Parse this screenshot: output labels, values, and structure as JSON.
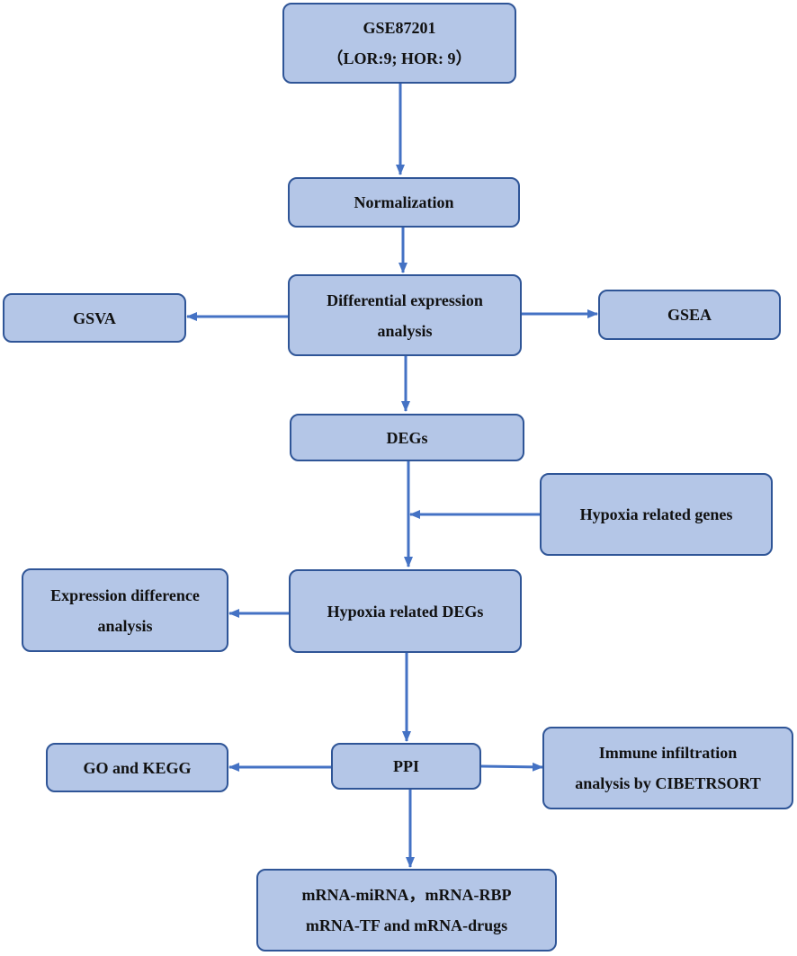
{
  "colors": {
    "box_fill": "#b4c6e7",
    "box_border": "#2f5597",
    "arrow": "#4472c4"
  },
  "nodes": {
    "gse": {
      "line1": "GSE87201",
      "line2": "（LOR:9; HOR: 9）"
    },
    "normalization": {
      "label": "Normalization"
    },
    "diff_expr": {
      "line1": "Differential expression",
      "line2": "analysis"
    },
    "gsva": {
      "label": "GSVA"
    },
    "gsea": {
      "label": "GSEA"
    },
    "degs": {
      "label": "DEGs"
    },
    "hypoxia_genes": {
      "label": "Hypoxia related genes"
    },
    "hypoxia_degs": {
      "label": "Hypoxia related DEGs"
    },
    "expr_diff": {
      "line1": "Expression difference",
      "line2": "analysis"
    },
    "ppi": {
      "label": "PPI"
    },
    "go_kegg": {
      "label": "GO and KEGG"
    },
    "immune": {
      "line1": "Immune infiltration",
      "line2": "analysis by CIBETRSORT"
    },
    "mrna": {
      "line1": "mRNA-miRNA，mRNA-RBP",
      "line2": "mRNA-TF and mRNA-drugs"
    }
  }
}
